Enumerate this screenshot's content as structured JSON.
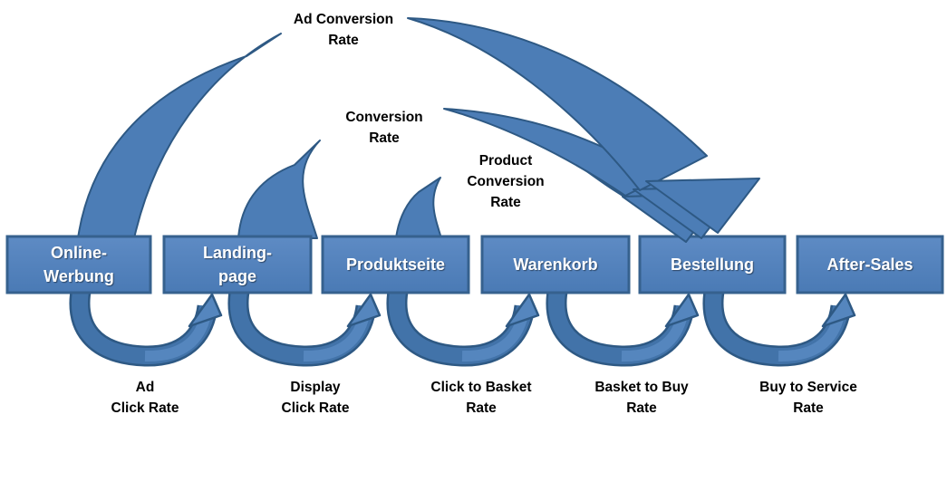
{
  "diagram": {
    "stages": [
      {
        "label": "Online-\nWerbung"
      },
      {
        "label": "Landing-\npage"
      },
      {
        "label": "Produktseite"
      },
      {
        "label": "Warenkorb"
      },
      {
        "label": "Bestellung"
      },
      {
        "label": "After-Sales"
      }
    ],
    "top_rates": [
      {
        "label": "Ad Conversion\nRate",
        "from": "Online-Werbung",
        "to": "Bestellung"
      },
      {
        "label": "Conversion\nRate",
        "from": "Landing-page",
        "to": "Bestellung"
      },
      {
        "label": "Product\nConversion\nRate",
        "from": "Produktseite",
        "to": "Bestellung"
      }
    ],
    "bottom_rates": [
      {
        "label": "Ad\nClick Rate",
        "from": "Online-Werbung",
        "to": "Landing-page"
      },
      {
        "label": "Display\nClick Rate",
        "from": "Landing-page",
        "to": "Produktseite"
      },
      {
        "label": "Click to Basket\nRate",
        "from": "Produktseite",
        "to": "Warenkorb"
      },
      {
        "label": "Basket to Buy\nRate",
        "from": "Warenkorb",
        "to": "Bestellung"
      },
      {
        "label": "Buy to Service\nRate",
        "from": "Bestellung",
        "to": "After-Sales"
      }
    ]
  },
  "colors": {
    "background": "#FFFFFF",
    "box-fill-top": "#5E8BC4",
    "box-fill": "#4A7AB5",
    "box-border": "#36618E",
    "box-text": "#FFFFFF",
    "arrow-fill": "#4C7DB6",
    "arrow-outline": "#2E5984",
    "arrow-mid": "#4273A9",
    "arrow-light": "#5586BE",
    "label-text": "#000000"
  }
}
